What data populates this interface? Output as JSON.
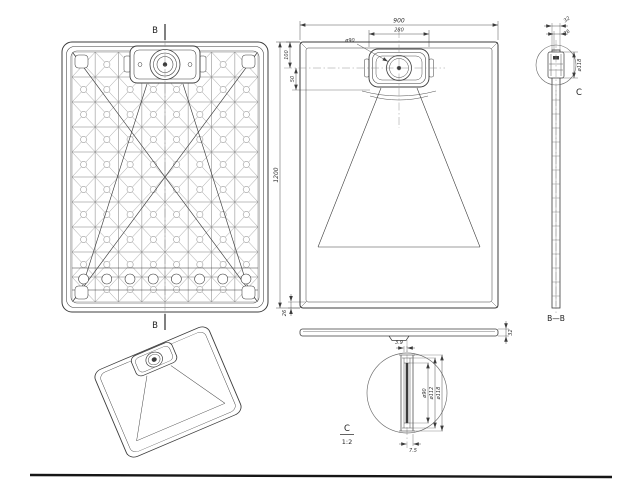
{
  "drawing": {
    "background": "#ffffff",
    "line_color": "#3c3c3c"
  },
  "bottom_view": {
    "marker_top": "B",
    "marker_bottom": "B"
  },
  "plan_view": {
    "dim_overall_width": "900",
    "dim_drain_width": "280",
    "dim_drain_diameter": "ø90",
    "dim_top_to_drain_center": "100",
    "dim_drain_to_slope": "50",
    "dim_overall_length": "1200",
    "dim_bottom_rim": "26"
  },
  "side_view": {
    "dim_thickness": "32"
  },
  "section_b_b": {
    "dim_thickness": "32",
    "dim_rim": "26",
    "dim_drain_diameter": "ø118",
    "detail_marker": "C",
    "view_label": "B—B"
  },
  "detail_c": {
    "dim_wall": "3.9",
    "dim_base": "7.5",
    "dim_diameter_inner": "ø90",
    "dim_diameter_mid": "ø112",
    "dim_diameter_outer": "ø118",
    "view_label": "C",
    "scale_label": "1:2"
  }
}
